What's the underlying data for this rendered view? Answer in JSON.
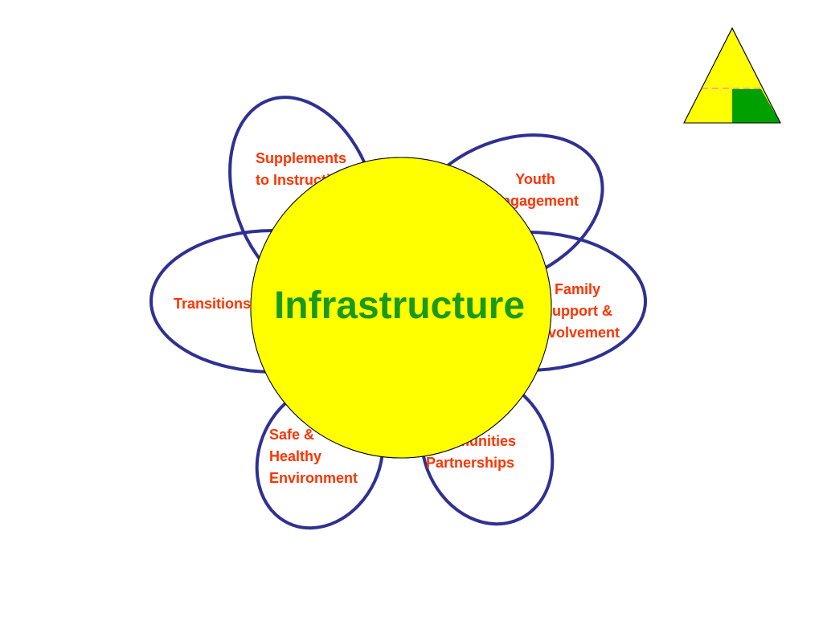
{
  "center": {
    "label": "Infrastructure"
  },
  "petals": [
    {
      "id": "supplements",
      "lines": [
        "Supplements",
        "to Instruction"
      ]
    },
    {
      "id": "youth",
      "lines": [
        "Youth",
        "Engagement"
      ]
    },
    {
      "id": "family",
      "lines": [
        "Family",
        "Support &",
        "Involvement"
      ]
    },
    {
      "id": "communities",
      "lines": [
        "Communities",
        "Partnerships"
      ]
    },
    {
      "id": "safe",
      "lines": [
        "Safe &",
        "Healthy",
        "Environment"
      ]
    },
    {
      "id": "transitions",
      "lines": [
        "Transitions"
      ]
    }
  ],
  "colors": {
    "petal_outline": "#2e3192",
    "center_fill": "#ffff00",
    "center_text": "#1a9a1a",
    "petal_text": "#ff3300",
    "pyramid_fill": "#ffff00",
    "pyramid_block": "#00a000"
  },
  "icons": {
    "corner": "pyramid-icon"
  }
}
